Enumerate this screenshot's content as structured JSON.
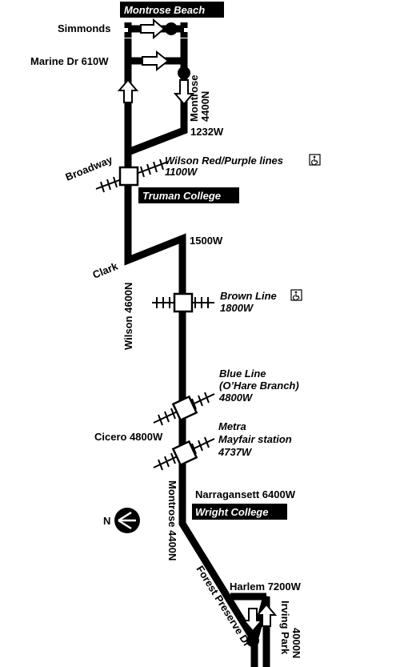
{
  "route": {
    "color": "#000000",
    "background": "#ffffff"
  },
  "labels": {
    "terminal_top": "Montrose Beach",
    "simmonds": "Simmonds",
    "marine_dr": "Marine Dr 610W",
    "montrose_east_a": "Montrose",
    "montrose_east_b": "4400N",
    "montrose_east_c": "1232W",
    "broadway": "Broadway",
    "wilson_red_purple": "Wilson Red/Purple lines",
    "wilson_red_purple_addr": "1100W",
    "truman": "Truman College",
    "clark": "Clark",
    "addr_1500w": "1500W",
    "brown_line": "Brown Line",
    "brown_line_addr": "1800W",
    "wilson_4600n": "Wilson 4600N",
    "blue_line_1": "Blue Line",
    "blue_line_2": "(O’Hare Branch)",
    "blue_line_3": "4800W",
    "cicero": "Cicero 4800W",
    "metra_1": "Metra",
    "metra_2": "Mayfair station",
    "metra_3": "4737W",
    "narragansett": "Narragansett 6400W",
    "wright": "Wright College",
    "montrose_west": "Montrose 4400N",
    "north": "N",
    "forest_preserve": "Forest Preserve Dr",
    "harlem": "Harlem 7200W",
    "irving_a": "Irving Park",
    "irving_b": "4000N"
  },
  "icons": {
    "accessible": "wheelchair-icon",
    "rail_station": "rail-station-icon",
    "north_arrow": "north-arrow-icon",
    "direction": "direction-arrow-icon",
    "terminal": "terminal-dot-icon"
  }
}
